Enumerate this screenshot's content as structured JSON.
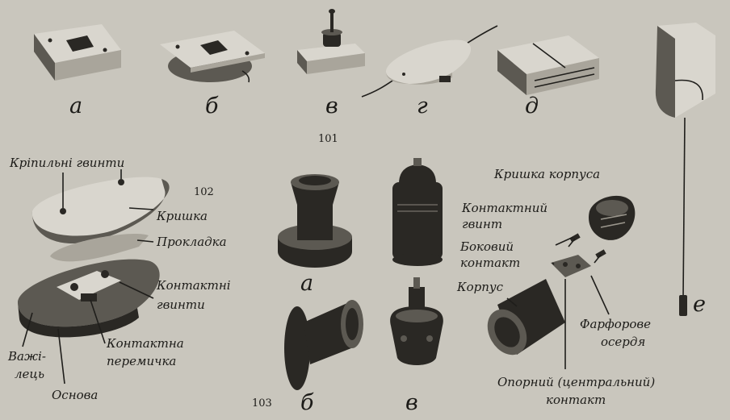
{
  "figure_numbers": {
    "f101": "101",
    "f102": "102",
    "f103": "103"
  },
  "fig101": {
    "letters": {
      "a": "а",
      "b": "б",
      "v": "в",
      "g": "г",
      "d": "д",
      "e": "е"
    }
  },
  "fig102": {
    "fixing_screws": "Кріпильні гвинти",
    "cover": "Кришка",
    "gasket": "Прокладка",
    "contact_screws_1": "Контактні",
    "contact_screws_2": "гвинти",
    "lever_1": "Важі-",
    "lever_2": "лець",
    "contact_bridge_1": "Контактна",
    "contact_bridge_2": "перемичка",
    "base": "Основа"
  },
  "fig103": {
    "letters": {
      "a": "а",
      "b": "б",
      "v": "в"
    },
    "housing_cover": "Кришка корпуса",
    "contact_screw_1": "Контактний",
    "contact_screw_2": "гвинт",
    "side_contact_1": "Боковий",
    "side_contact_2": "контакт",
    "housing": "Корпус",
    "porcelain_core_1": "Фарфорове",
    "porcelain_core_2": "осердя",
    "support_contact_1": "Опорний (центральний)",
    "support_contact_2": "контакт"
  },
  "colors": {
    "paper": "#c9c6bd",
    "ink": "#1c1b18"
  }
}
